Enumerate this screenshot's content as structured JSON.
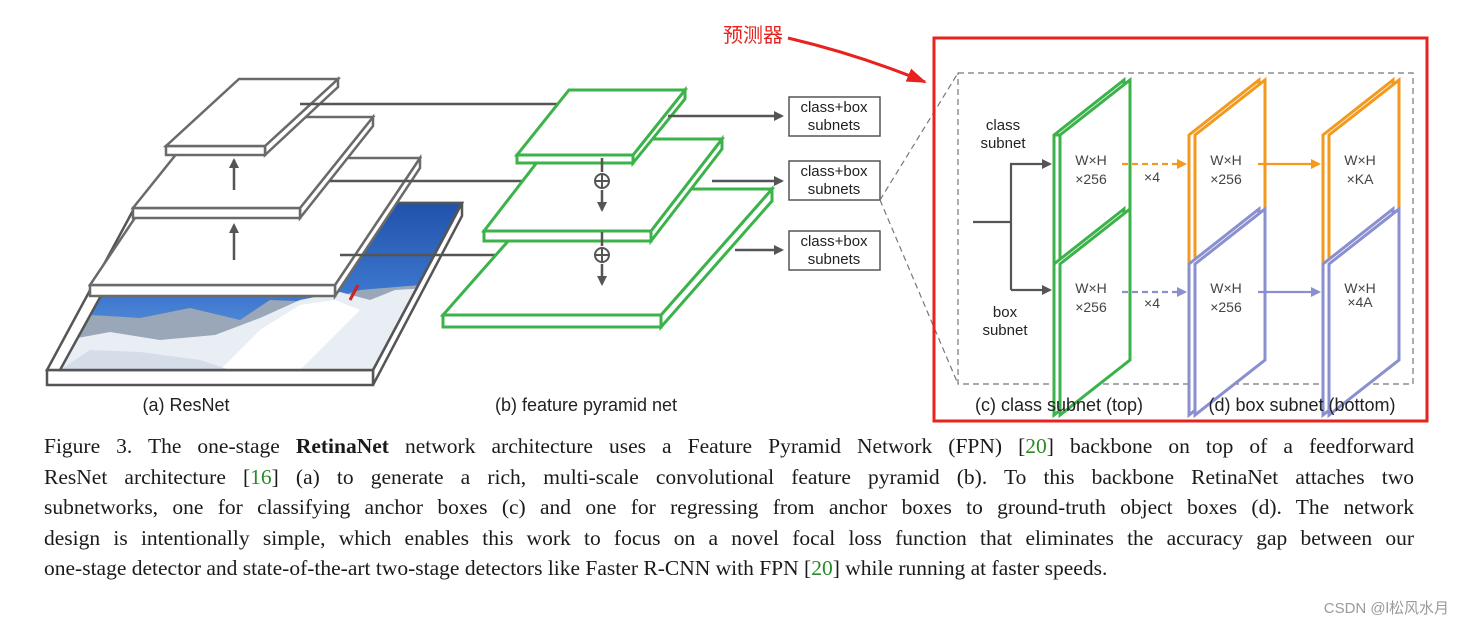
{
  "annotation": {
    "label": "预测器",
    "color": "#e8231f"
  },
  "resnet": {
    "caption": "(a) ResNet"
  },
  "fpn": {
    "caption": "(b) feature pyramid net",
    "color": "#3cb34a"
  },
  "subnet_boxes": [
    {
      "line1": "class+box",
      "line2": "subnets"
    },
    {
      "line1": "class+box",
      "line2": "subnets"
    },
    {
      "line1": "class+box",
      "line2": "subnets"
    }
  ],
  "detail": {
    "class_label": {
      "line1": "class",
      "line2": "subnet"
    },
    "box_label": {
      "line1": "box",
      "line2": "subnet"
    },
    "class_row": {
      "color_in": "#3cb34a",
      "color_mid": "#f29a1f",
      "in": {
        "line1": "W×H",
        "line2": "×256"
      },
      "mid": {
        "line1": "W×H",
        "line2": "×256"
      },
      "out": {
        "line1": "W×H",
        "line2": "×KA"
      },
      "repeat": "×4"
    },
    "box_row": {
      "color_mid": "#8a8fd0",
      "in": {
        "line1": "W×H",
        "line2": "×256"
      },
      "mid": {
        "line1": "W×H",
        "line2": "×256"
      },
      "out": {
        "line1": "W×H",
        "line2": "×4A"
      },
      "repeat": "×4"
    },
    "caption_c": "(c) class subnet (top)",
    "caption_d": "(d) box subnet (bottom)"
  },
  "caption": {
    "line1": {
      "prefix": "Figure 3. The one-stage ",
      "bold": "RetinaNet",
      "mid": " network architecture uses a Feature Pyramid Network (FPN) [",
      "cite": "20",
      "suffix": "] backbone on top of a feedforward"
    },
    "line2": {
      "prefix": "ResNet architecture [",
      "cite": "16",
      "suffix": "] (a) to generate a rich, multi-scale convolutional feature pyramid (b).  To this backbone RetinaNet attaches two"
    },
    "line3": "subnetworks, one for classifying anchor boxes (c) and one for regressing from anchor boxes to ground-truth object boxes (d). The network",
    "line4": "design is intentionally simple, which enables this work to focus on a novel focal loss function that eliminates the accuracy gap between our",
    "line5": {
      "prefix": "one-stage detector and state-of-the-art two-stage detectors like Faster R-CNN with FPN [",
      "cite": "20",
      "suffix": "] while running at faster speeds."
    }
  },
  "watermark": "CSDN @l松风水月"
}
